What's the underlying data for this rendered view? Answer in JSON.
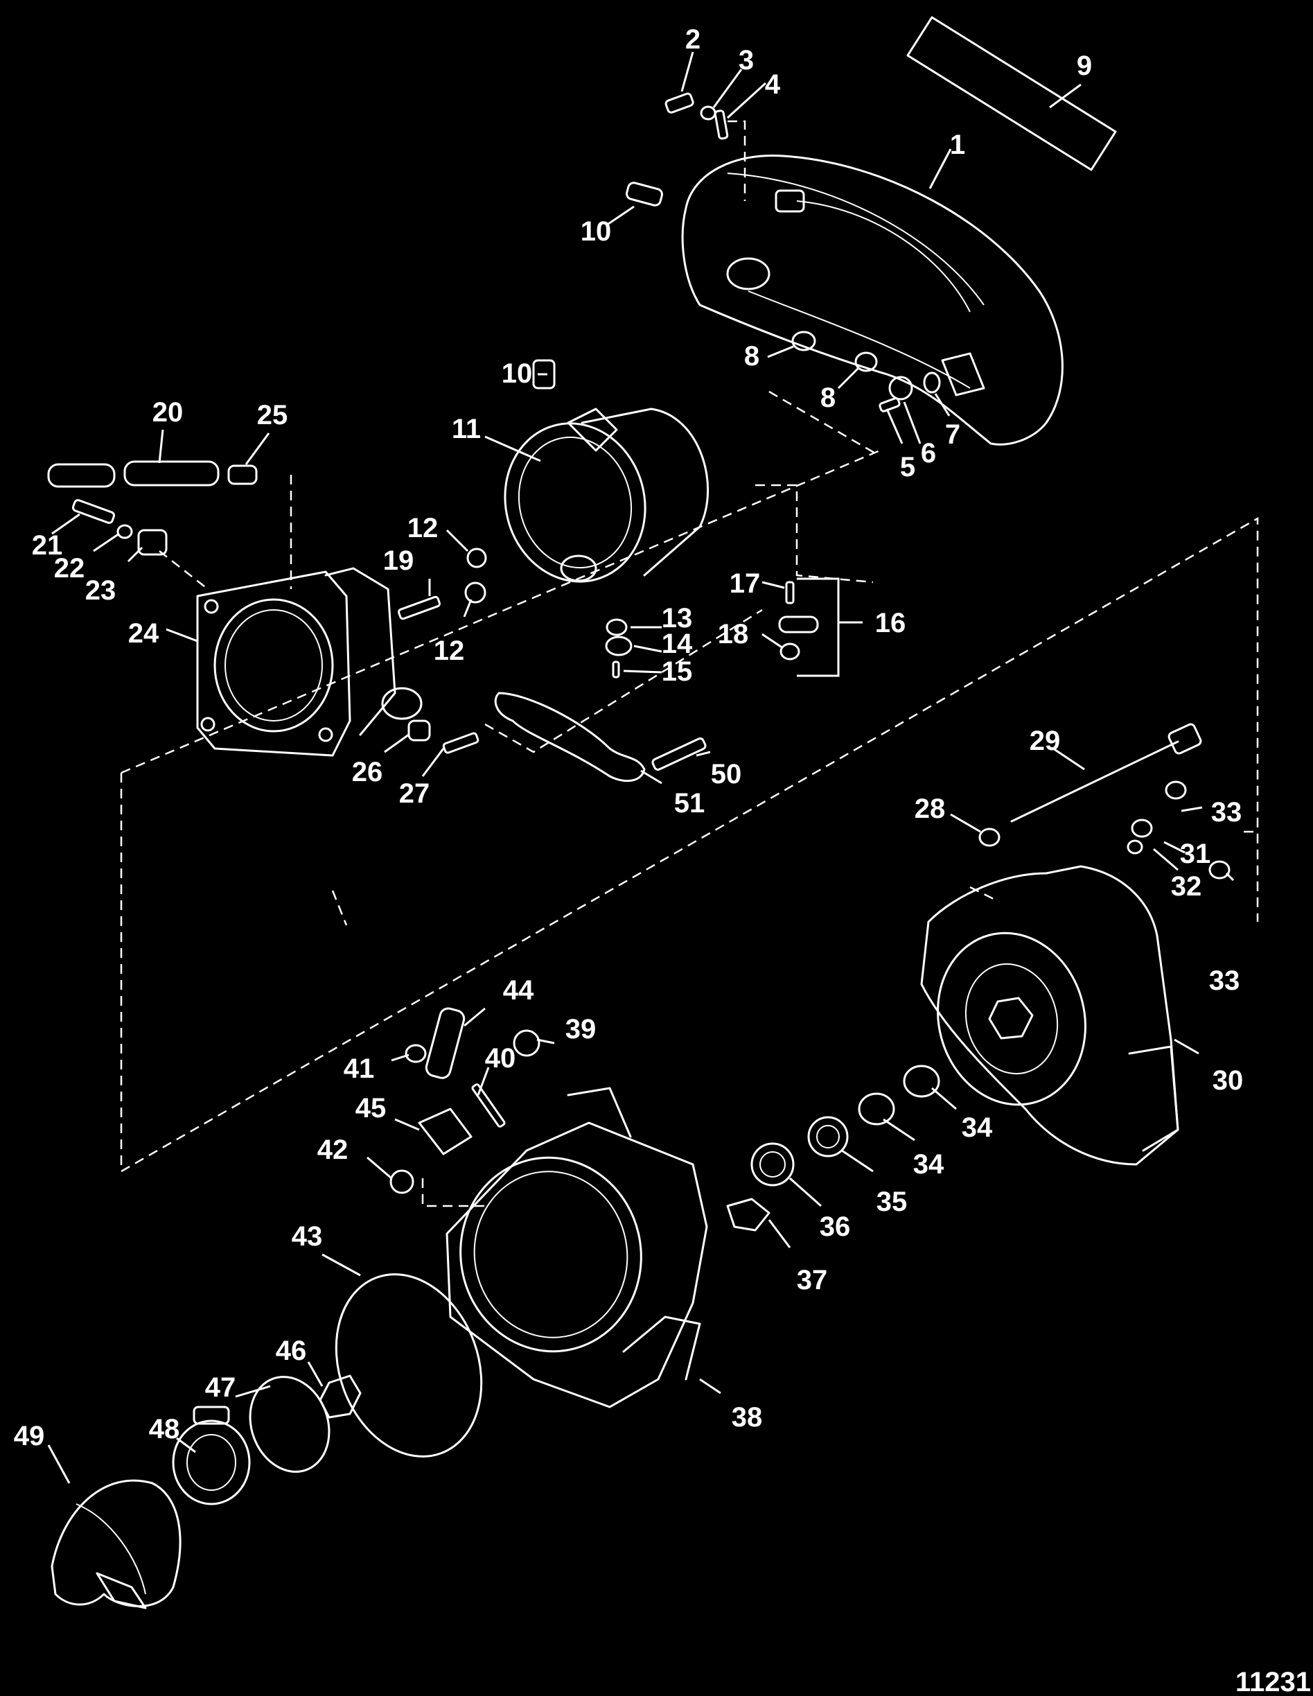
{
  "figure_id": "11231",
  "callouts": {
    "c1": "1",
    "c2": "2",
    "c3": "3",
    "c4": "4",
    "c5": "5",
    "c6": "6",
    "c7": "7",
    "c8a": "8",
    "c8b": "8",
    "c9": "9",
    "c10a": "10",
    "c10b": "10",
    "c11": "11",
    "c12a": "12",
    "c12b": "12",
    "c13": "13",
    "c14": "14",
    "c15": "15",
    "c16": "16",
    "c17": "17",
    "c18": "18",
    "c19": "19",
    "c20": "20",
    "c21": "21",
    "c22": "22",
    "c23": "23",
    "c24": "24",
    "c25": "25",
    "c26": "26",
    "c27": "27",
    "c28": "28",
    "c29": "29",
    "c30": "30",
    "c31": "31",
    "c32": "32",
    "c33a": "33",
    "c33b": "33",
    "c34a": "34",
    "c34b": "34",
    "c35": "35",
    "c36": "36",
    "c37": "37",
    "c38": "38",
    "c39": "39",
    "c40": "40",
    "c41": "41",
    "c42": "42",
    "c43": "43",
    "c44": "44",
    "c45": "45",
    "c46": "46",
    "c47": "47",
    "c48": "48",
    "c49": "49",
    "c50": "50",
    "c51": "51"
  }
}
